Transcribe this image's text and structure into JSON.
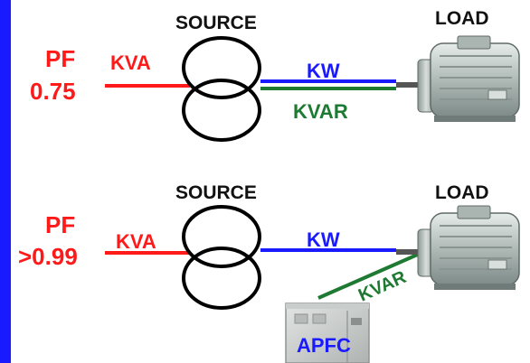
{
  "colors": {
    "border": "#1a1aff",
    "kva": "#ff1a1a",
    "kw": "#1a1aff",
    "kvar": "#1e7a32",
    "pf": "#ff1a1a",
    "heading": "#111111",
    "apfc_text": "#1a1aff"
  },
  "top": {
    "source_label": "SOURCE",
    "load_label": "LOAD",
    "pf_label": "PF",
    "pf_value": "0.75",
    "kva_label": "KVA",
    "kw_label": "KW",
    "kvar_label": "KVAR"
  },
  "bottom": {
    "source_label": "SOURCE",
    "load_label": "LOAD",
    "pf_label": "PF",
    "pf_value": ">0.99",
    "kva_label": "KVA",
    "kw_label": "KW",
    "kvar_label": "KVAR",
    "apfc_label": "APFC"
  },
  "icons": {
    "transformer": "transformer-icon",
    "motor": "electric-motor-icon",
    "apfc_panel": "apfc-panel-icon"
  }
}
